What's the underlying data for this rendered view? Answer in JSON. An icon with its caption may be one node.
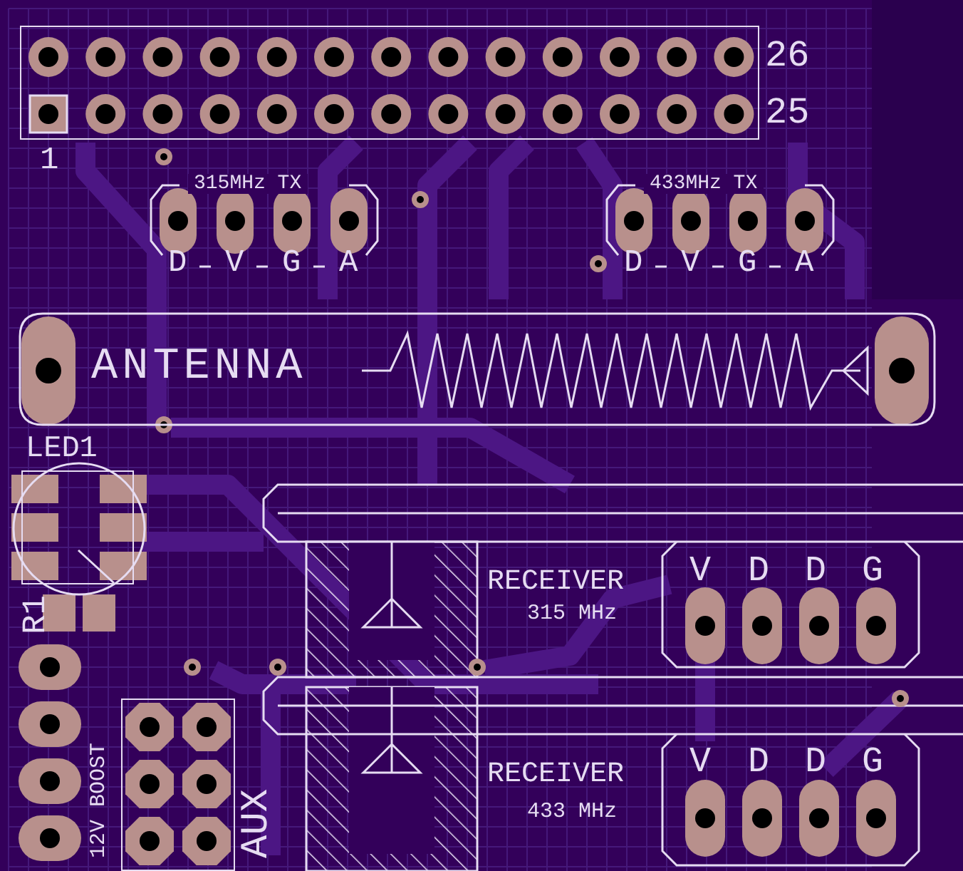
{
  "diagram": {
    "nodes": [
      {
        "text": [],
        "shape": "box",
        "beside": [
          "26",
          "25",
          "1"
        ]
      },
      {
        "text": [
          "315MHz TX",
          "D",
          "V",
          "G",
          "A"
        ]
      },
      {
        "text": [
          "433MHz TX",
          "D",
          "V",
          "G",
          "A"
        ]
      },
      {
        "text": [
          "ANTENNA"
        ]
      },
      {
        "text": [],
        "shape": "box",
        "beside": [
          "LED1"
        ]
      },
      {
        "text": [
          "V",
          "D",
          "D",
          "G"
        ]
      },
      {
        "text": [
          "V",
          "D",
          "D",
          "G"
        ]
      },
      {
        "text": [],
        "shape": "box",
        "beside": [
          "AUX"
        ]
      }
    ],
    "labels": [
      "R1",
      "RECEIVER",
      "315 MHz",
      "12V BOOST",
      "RECEIVER",
      "433 MHz"
    ]
  }
}
